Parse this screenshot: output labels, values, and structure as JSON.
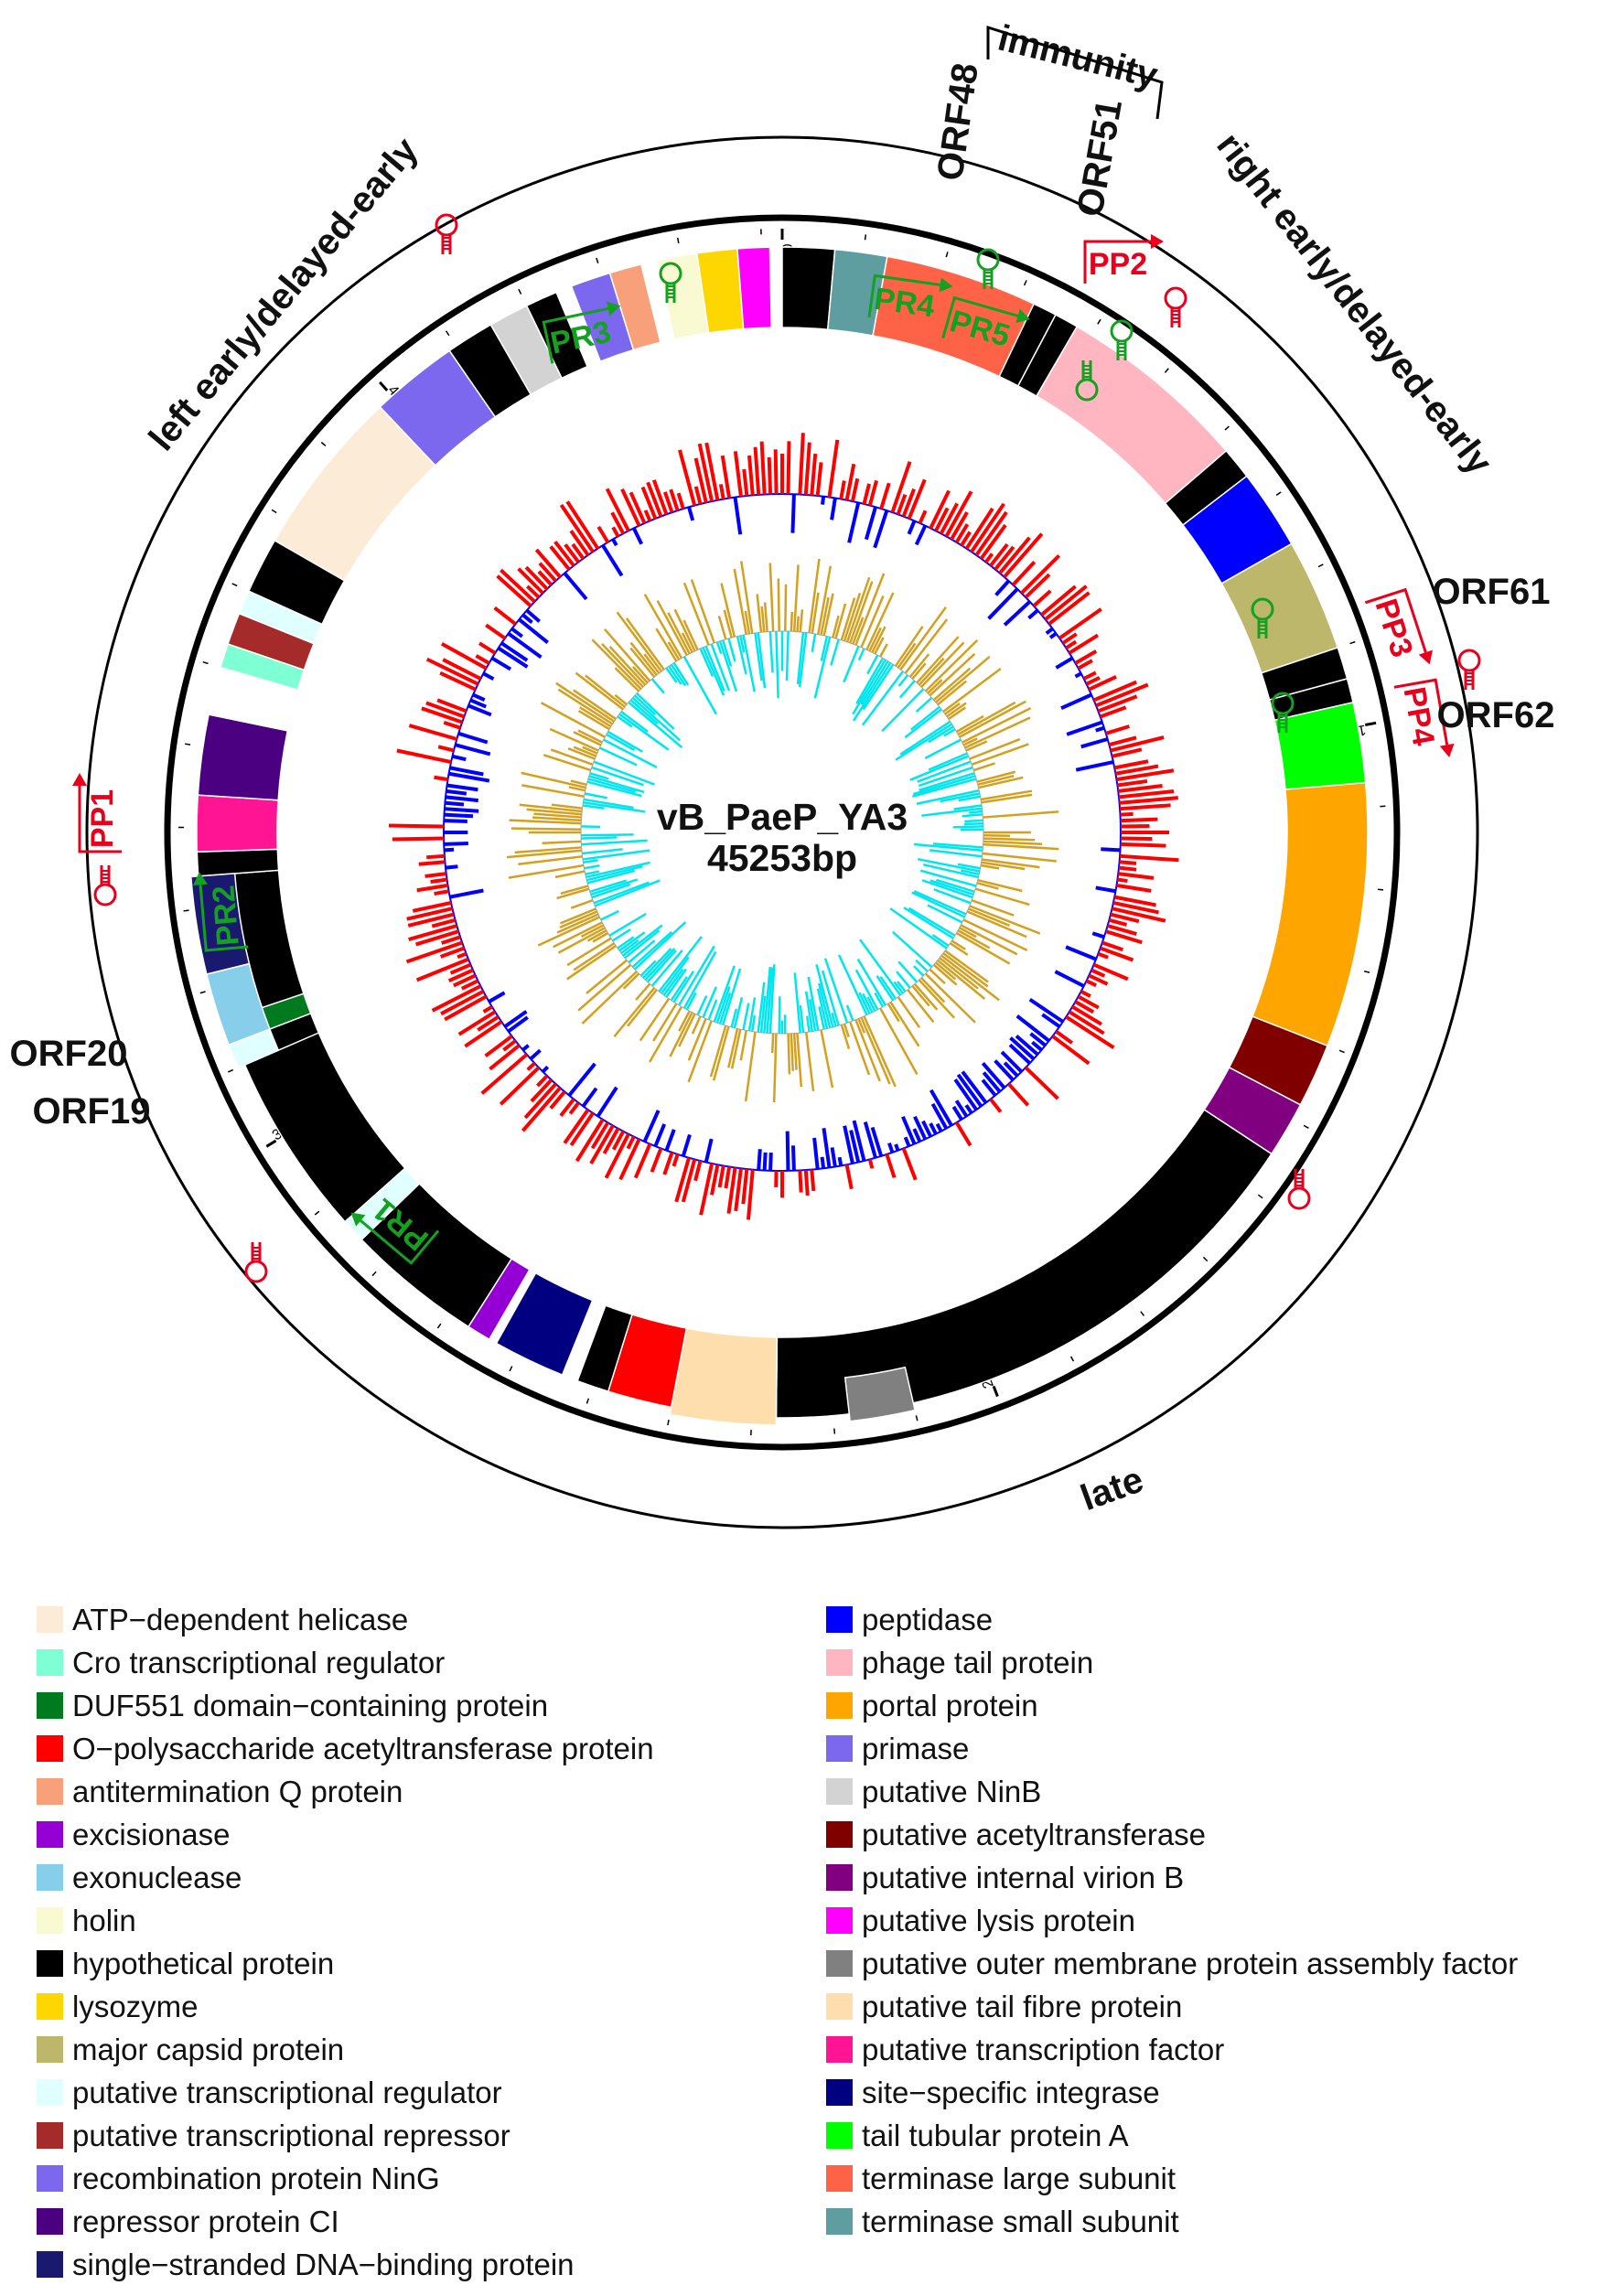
{
  "center": {
    "name": "vB_PaeP_YA3",
    "length": "45253bp"
  },
  "regions": {
    "left": "left early/delayed-early",
    "right": "right early/delayed-early",
    "late": "late",
    "immunity": "immunity"
  },
  "orf_labels": [
    "ORF48",
    "ORF51",
    "ORF61",
    "ORF62",
    "ORF20",
    "ORF19"
  ],
  "tick_labels": [
    "0k",
    "10k",
    "20k",
    "30k",
    "40k"
  ],
  "promoters": [
    "PP1",
    "PP2",
    "PP3",
    "PP4",
    "PR1",
    "PR2",
    "PR3",
    "PR4",
    "PR5"
  ],
  "gene_track": [
    {
      "start": 0,
      "end": 650,
      "class": "hypothetical protein"
    },
    {
      "start": 650,
      "end": 1300,
      "class": "terminase small subunit"
    },
    {
      "start": 1300,
      "end": 3200,
      "class": "terminase large subunit"
    },
    {
      "start": 3200,
      "end": 3500,
      "class": "hypothetical protein"
    },
    {
      "start": 3500,
      "end": 3800,
      "class": "hypothetical protein"
    },
    {
      "start": 3800,
      "end": 6200,
      "class": "phage tail protein"
    },
    {
      "start": 6200,
      "end": 6600,
      "class": "hypothetical protein"
    },
    {
      "start": 6600,
      "end": 7600,
      "class": "peptidase"
    },
    {
      "start": 7600,
      "end": 9000,
      "class": "major capsid protein"
    },
    {
      "start": 9000,
      "end": 9400,
      "class": "hypothetical protein"
    },
    {
      "start": 9400,
      "end": 9700,
      "class": "hypothetical protein"
    },
    {
      "start": 9700,
      "end": 10700,
      "class": "tail tubular protein A"
    },
    {
      "start": 10700,
      "end": 14000,
      "class": "portal protein"
    },
    {
      "start": 14000,
      "end": 14800,
      "class": "putative acetyltransferase"
    },
    {
      "start": 14800,
      "end": 15500,
      "class": "putative internal virion B"
    },
    {
      "start": 15500,
      "end": 22700,
      "class": "hypothetical protein"
    },
    {
      "start": 30300,
      "end": 31300,
      "class": "hypothetical protein"
    },
    {
      "start": 31300,
      "end": 31600,
      "class": "DUF551 domain-containing protein"
    },
    {
      "start": 31600,
      "end": 33400,
      "class": "hypothetical protein"
    },
    {
      "start": 33400,
      "end": 33700,
      "class": "hypothetical protein"
    },
    {
      "start": 33700,
      "end": 34400,
      "class": "putative transcription factor"
    },
    {
      "start": 34400,
      "end": 35400,
      "class": "repressor protein CI"
    },
    {
      "start": 36000,
      "end": 36300,
      "class": "Cro transcriptional regulator"
    },
    {
      "start": 36300,
      "end": 36700,
      "class": "putative transcriptional repressor"
    },
    {
      "start": 36700,
      "end": 37000,
      "class": "putative transcriptional regulator"
    },
    {
      "start": 37000,
      "end": 37700,
      "class": "hypothetical protein"
    },
    {
      "start": 37700,
      "end": 39800,
      "class": "ATP-dependent helicase"
    },
    {
      "start": 39800,
      "end": 40900,
      "class": "recombination protein NinG"
    },
    {
      "start": 40900,
      "end": 41500,
      "class": "hypothetical protein"
    },
    {
      "start": 41500,
      "end": 42000,
      "class": "putative NinB"
    },
    {
      "start": 42000,
      "end": 42400,
      "class": "hypothetical protein"
    },
    {
      "start": 42600,
      "end": 43100,
      "class": "recombination protein NinG"
    },
    {
      "start": 43100,
      "end": 43500,
      "class": "antitermination Q protein"
    },
    {
      "start": 43700,
      "end": 44200,
      "class": "holin"
    },
    {
      "start": 44200,
      "end": 44700,
      "class": "lysozyme"
    },
    {
      "start": 44700,
      "end": 45100,
      "class": "putative lysis protein"
    },
    {
      "start": 22900,
      "end": 24800,
      "class": "O-polysaccharide acetyltransferase protein"
    },
    {
      "start": 24800,
      "end": 25200,
      "class": "hypothetical protein"
    },
    {
      "start": 25400,
      "end": 26300,
      "class": "site-specific integrase"
    },
    {
      "start": 26400,
      "end": 26700,
      "class": "excisionase"
    },
    {
      "start": 26700,
      "end": 28400,
      "class": "hypothetical protein"
    },
    {
      "start": 28400,
      "end": 28700,
      "class": "putative transcriptional regulator"
    },
    {
      "start": 28700,
      "end": 31000,
      "class": "hypothetical protein"
    },
    {
      "start": 22700,
      "end": 24000,
      "class": "putative tail fibre protein",
      "track": "outer"
    },
    {
      "start": 21000,
      "end": 21800,
      "class": "putative outer membrane protein assembly factor",
      "track": "outer"
    },
    {
      "start": 31000,
      "end": 31300,
      "class": "putative transcriptional regulator",
      "track": "outer"
    },
    {
      "start": 31300,
      "end": 32200,
      "class": "exonuclease",
      "track": "outer"
    },
    {
      "start": 32200,
      "end": 33400,
      "class": "single-stranded DNA-binding protein",
      "track": "outer"
    }
  ],
  "legend_left": [
    {
      "label": "ATP−dependent helicase",
      "color": "#FCEBD6"
    },
    {
      "label": "Cro transcriptional regulator",
      "color": "#7FFFD4"
    },
    {
      "label": "DUF551 domain−containing protein",
      "color": "#007A1E"
    },
    {
      "label": "O−polysaccharide acetyltransferase protein",
      "color": "#FF0000"
    },
    {
      "label": "antitermination Q protein",
      "color": "#F8A07A"
    },
    {
      "label": "excisionase",
      "color": "#9400D3"
    },
    {
      "label": "exonuclease",
      "color": "#87CEEB"
    },
    {
      "label": "holin",
      "color": "#FAFAD2"
    },
    {
      "label": "hypothetical protein",
      "color": "#000000"
    },
    {
      "label": "lysozyme",
      "color": "#FFD700"
    },
    {
      "label": "major capsid protein",
      "color": "#BDB76B"
    },
    {
      "label": "putative transcriptional regulator",
      "color": "#E0FFFF"
    },
    {
      "label": "putative transcriptional repressor",
      "color": "#A52A2A"
    },
    {
      "label": "recombination protein NinG",
      "color": "#7B68EE"
    },
    {
      "label": "repressor protein CI",
      "color": "#4B0082"
    },
    {
      "label": "single−stranded DNA−binding protein",
      "color": "#191970"
    }
  ],
  "legend_right": [
    {
      "label": "peptidase",
      "color": "#0000FF"
    },
    {
      "label": "phage tail protein",
      "color": "#FFB6C1"
    },
    {
      "label": "portal protein",
      "color": "#FFA500"
    },
    {
      "label": "primase",
      "color": "#7B68EE"
    },
    {
      "label": "putative NinB",
      "color": "#D3D3D3"
    },
    {
      "label": "putative acetyltransferase",
      "color": "#800000"
    },
    {
      "label": "putative internal virion B",
      "color": "#800080"
    },
    {
      "label": "putative lysis protein",
      "color": "#FF00FF"
    },
    {
      "label": "putative outer membrane protein assembly factor",
      "color": "#808080"
    },
    {
      "label": "putative tail fibre protein",
      "color": "#FFDEAD"
    },
    {
      "label": "putative transcription factor",
      "color": "#FF1493"
    },
    {
      "label": "site−specific integrase",
      "color": "#000080"
    },
    {
      "label": "tail tubular protein A",
      "color": "#00FF00"
    },
    {
      "label": "terminase large subunit",
      "color": "#FF6347"
    },
    {
      "label": "terminase small subunit",
      "color": "#5F9EA0"
    }
  ],
  "colors": {
    "promoter_host": "#E8001C",
    "promoter_phage": "#14A020",
    "gc_skew_positive": "#FF0000",
    "gc_skew_negative": "#0000FF",
    "gc_content_high": "#D4A020",
    "gc_content_low": "#00E5EE"
  }
}
